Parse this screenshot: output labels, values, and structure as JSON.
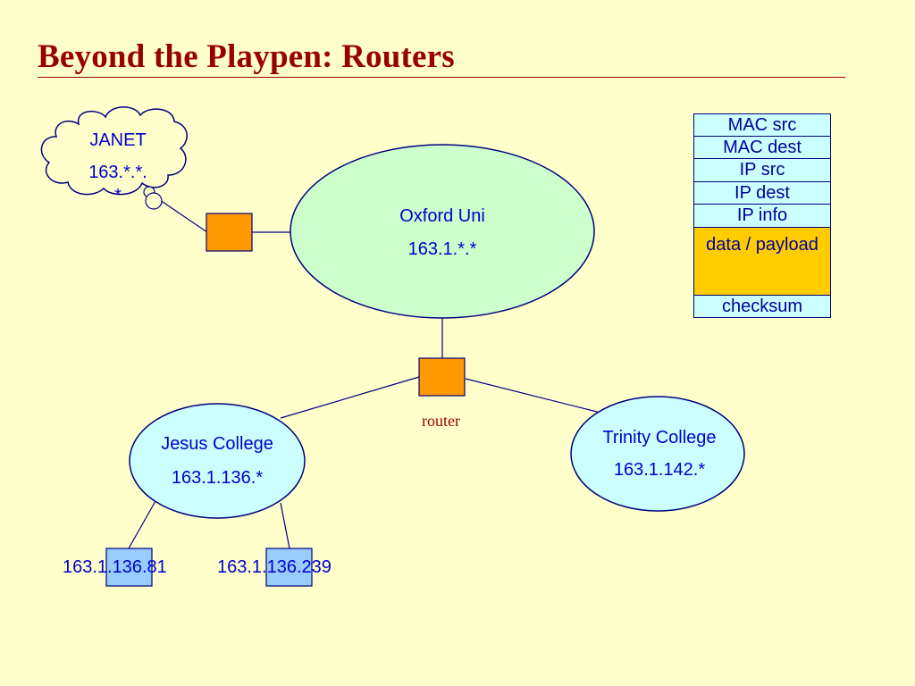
{
  "title": "Beyond the Playpen: Routers",
  "janet": {
    "name": "JANET",
    "address_line1": "163.*.*.",
    "address_line2": "*"
  },
  "oxford": {
    "name": "Oxford Uni",
    "address": "163.1.*.*"
  },
  "jesus": {
    "name": "Jesus College",
    "address": "163.1.136.*"
  },
  "trinity": {
    "name": "Trinity College",
    "address": "163.1.142.*"
  },
  "router_label": "router",
  "hosts": [
    {
      "address": "163.1.136.81"
    },
    {
      "address": "163.1.136.239"
    }
  ],
  "packet": {
    "fields": [
      "MAC src",
      "MAC dest",
      "IP src",
      "IP dest",
      "IP info"
    ],
    "payload": "data / payload",
    "checksum": "checksum"
  },
  "colors": {
    "background": "#FFFFCC",
    "title": "#990000",
    "text": "#0000CC",
    "oxford_fill": "#CCFFCC",
    "college_fill": "#CCFFFF",
    "router_fill": "#FF9900",
    "host_fill": "#99CCFF",
    "payload_fill": "#FFCC00"
  }
}
